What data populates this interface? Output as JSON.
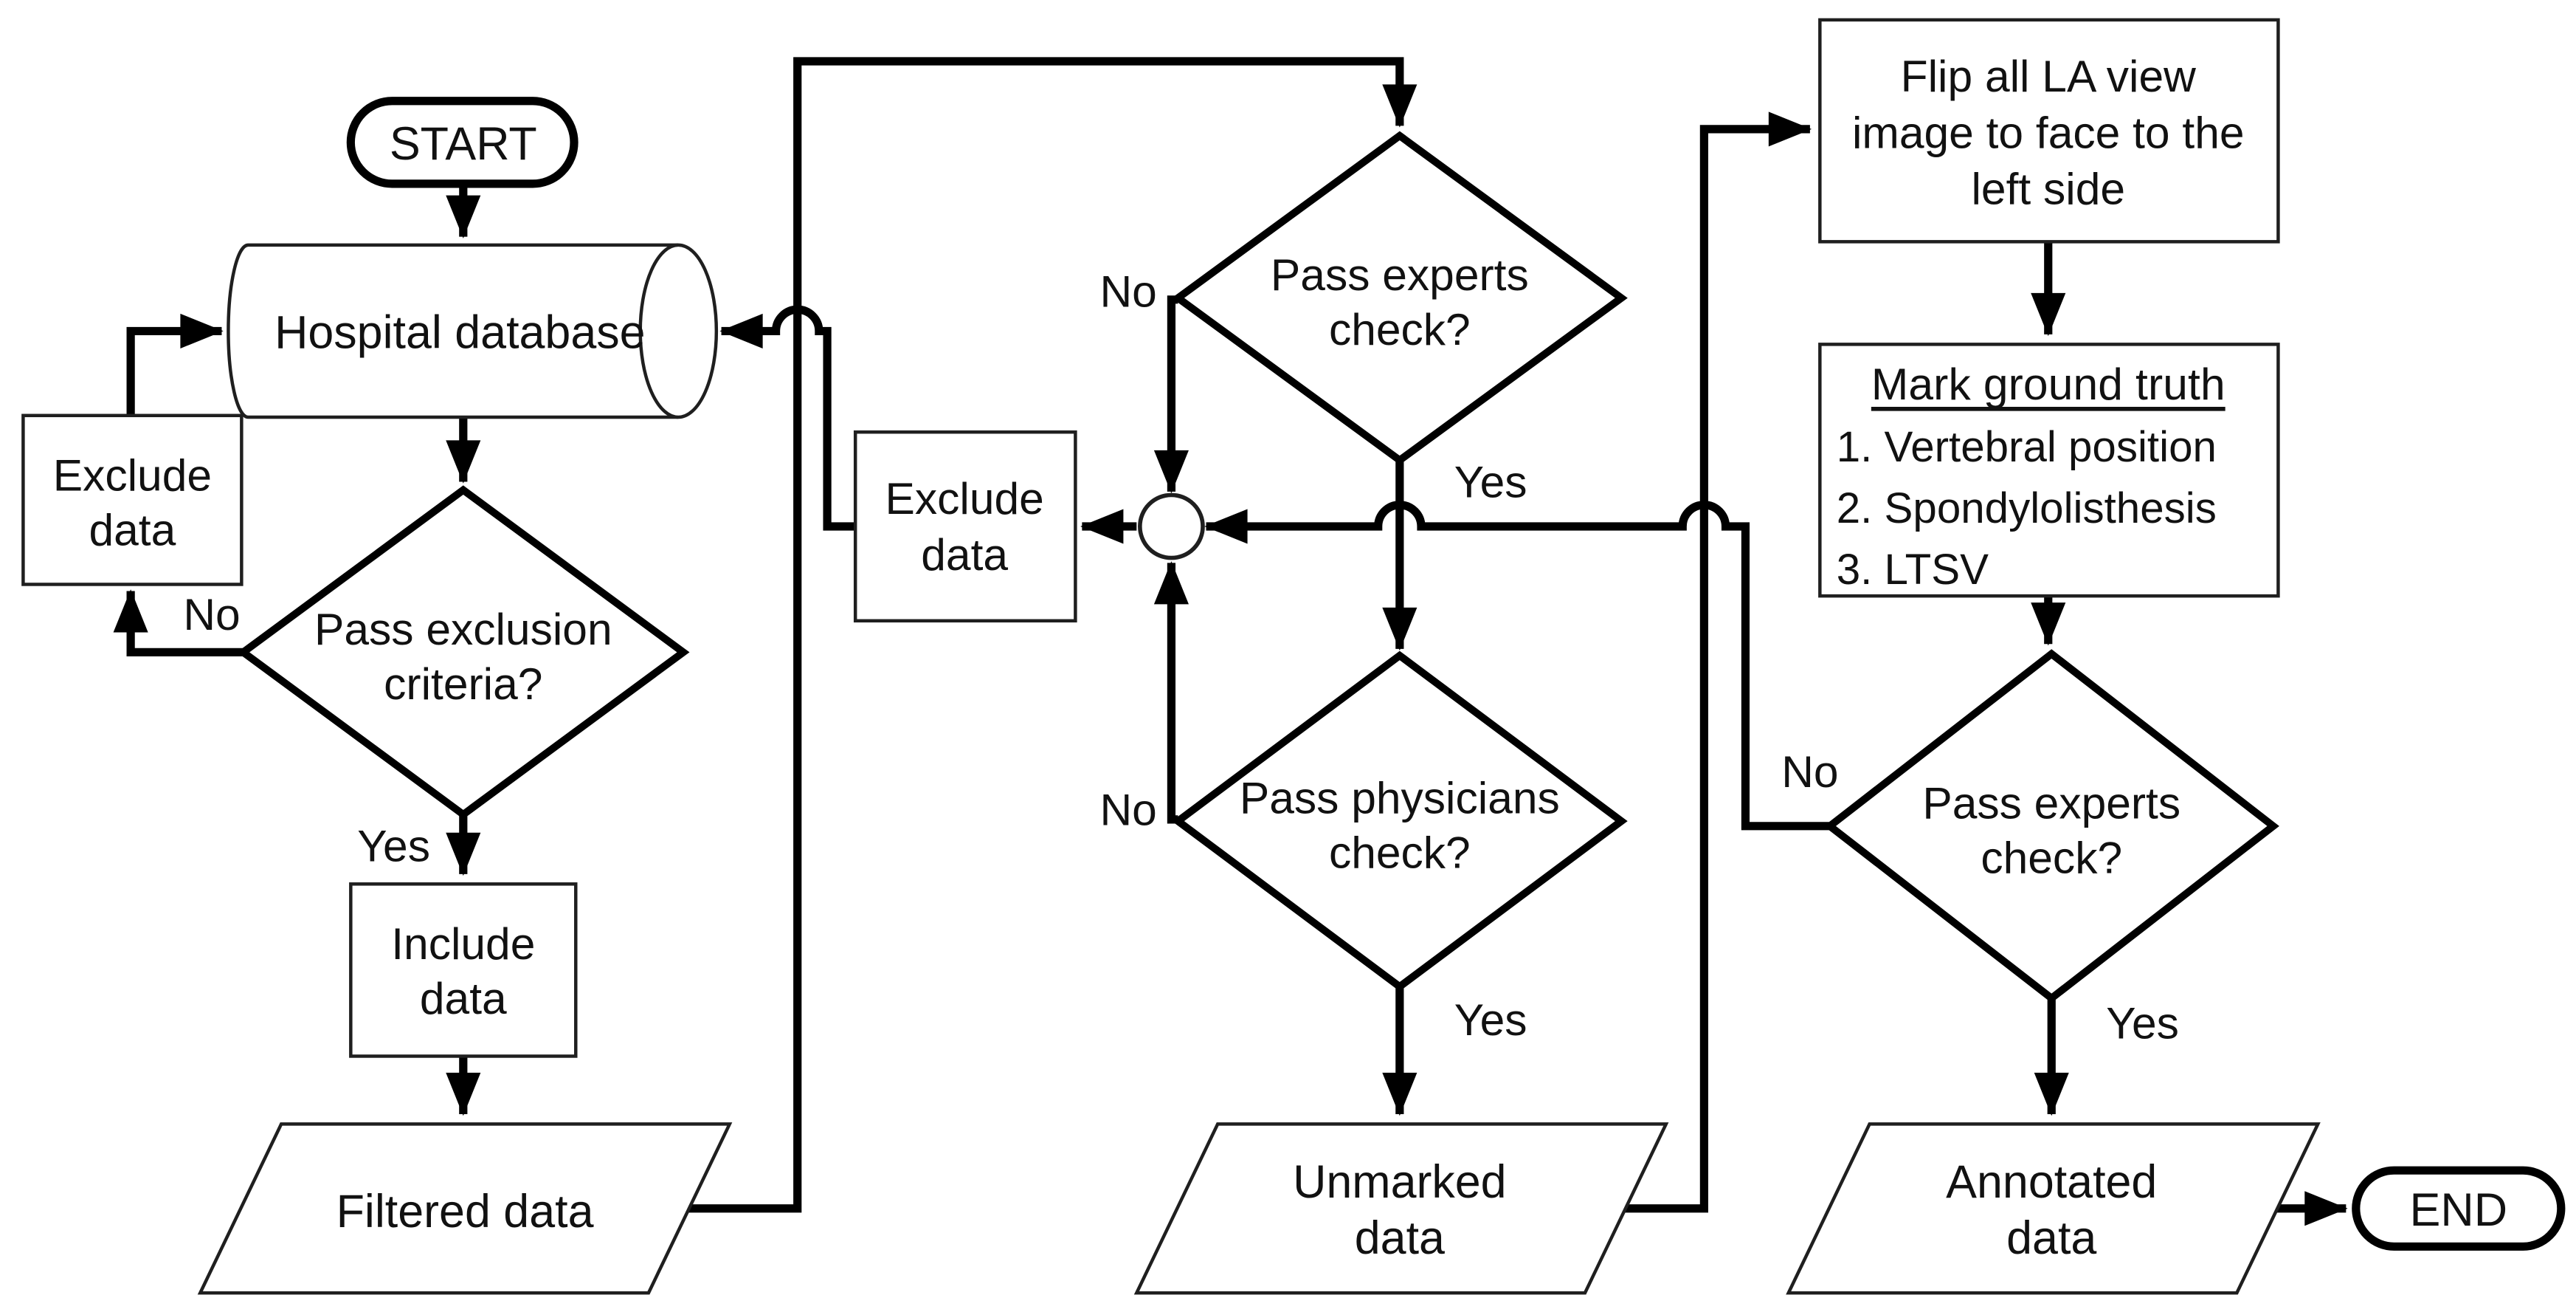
{
  "diagram": {
    "type": "flowchart",
    "nodes": {
      "start": {
        "label": "START",
        "shape": "terminator"
      },
      "hospital_database": {
        "label": "Hospital database",
        "shape": "direct-data-cylinder"
      },
      "exclude_data_left": {
        "lines": [
          "Exclude",
          "data"
        ],
        "shape": "process"
      },
      "pass_exclusion_criteria": {
        "lines": [
          "Pass exclusion",
          "criteria?"
        ],
        "shape": "decision"
      },
      "include_data": {
        "lines": [
          "Include",
          "data"
        ],
        "shape": "process"
      },
      "filtered_data": {
        "label": "Filtered data",
        "shape": "data-parallelogram"
      },
      "pass_experts_check_1": {
        "lines": [
          "Pass experts",
          "check?"
        ],
        "shape": "decision"
      },
      "exclude_data_mid": {
        "lines": [
          "Exclude",
          "data"
        ],
        "shape": "process"
      },
      "junction_circle": {
        "label": "",
        "shape": "connector-circle"
      },
      "pass_physicians_check": {
        "lines": [
          "Pass physicians",
          "check?"
        ],
        "shape": "decision"
      },
      "unmarked_data": {
        "lines": [
          "Unmarked",
          "data"
        ],
        "shape": "data-parallelogram"
      },
      "flip_la_view": {
        "lines": [
          "Flip all LA view",
          "image to face to the",
          "left side"
        ],
        "shape": "process"
      },
      "mark_ground_truth": {
        "title": "Mark ground truth",
        "items": [
          "1. Vertebral position",
          "2. Spondylolisthesis",
          "3. LTSV"
        ],
        "shape": "process"
      },
      "pass_experts_check_2": {
        "lines": [
          "Pass experts",
          "check?"
        ],
        "shape": "decision"
      },
      "annotated_data": {
        "lines": [
          "Annotated",
          "data"
        ],
        "shape": "data-parallelogram"
      },
      "end": {
        "label": "END",
        "shape": "terminator"
      }
    },
    "edge_labels": {
      "exclusion_no": "No",
      "exclusion_yes": "Yes",
      "experts1_no": "No",
      "experts1_yes": "Yes",
      "physicians_no": "No",
      "physicians_yes": "Yes",
      "experts2_no": "No",
      "experts2_yes": "Yes"
    },
    "colors": {
      "connector": "#000000",
      "shape_outline": "#1f1f1f",
      "fill": "#ffffff",
      "text": "#111111",
      "background": "#ffffff"
    }
  }
}
